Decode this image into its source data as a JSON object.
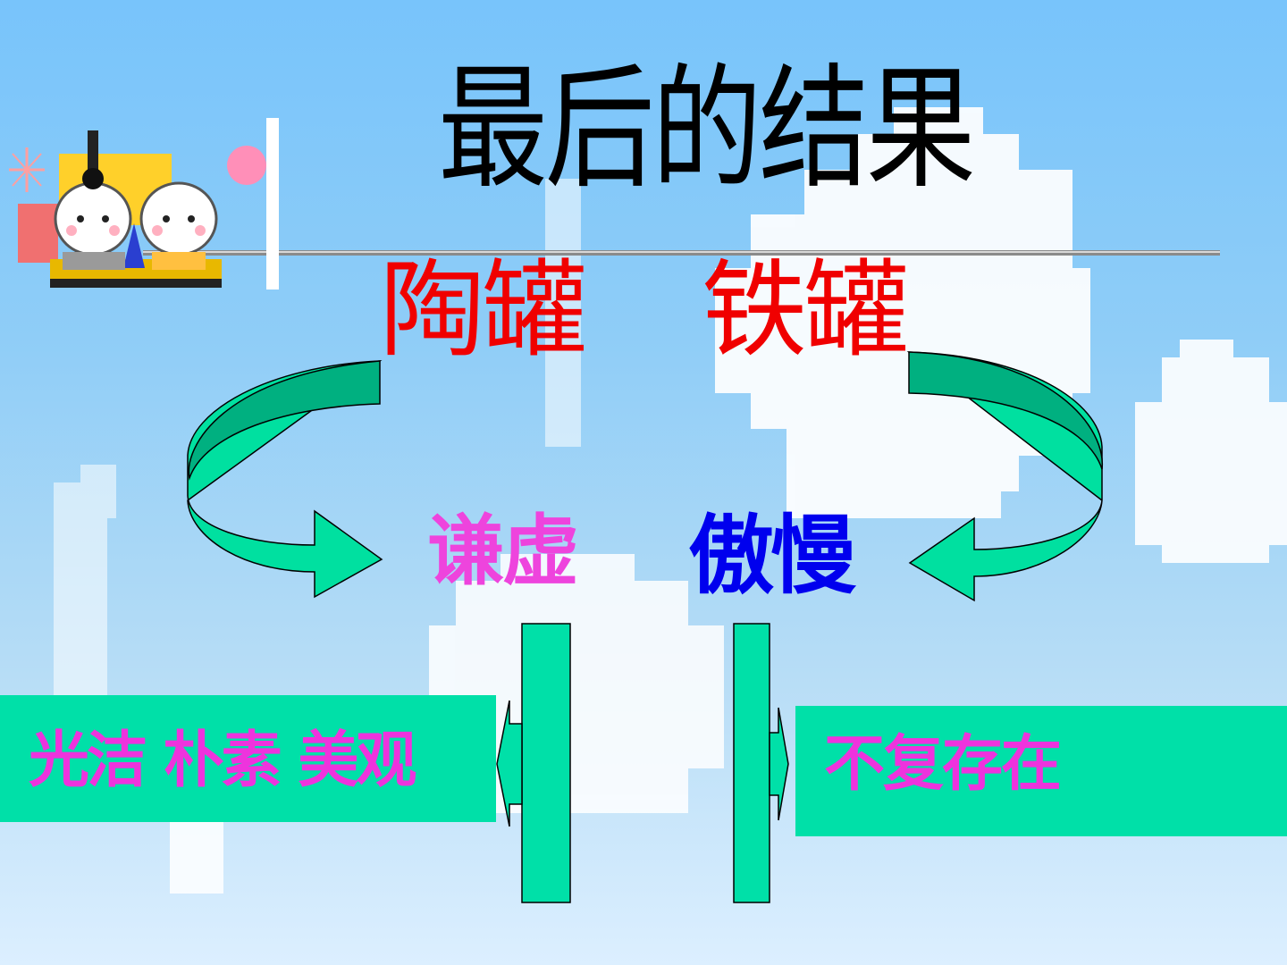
{
  "title": "最后的结果",
  "pots": {
    "left": "陶罐",
    "right": "铁罐"
  },
  "traits": {
    "left": "谦虚",
    "right": "傲慢"
  },
  "outcomes": {
    "left": "光洁 朴素 美观",
    "right": "不复存在"
  },
  "colors": {
    "sky_top": "#78c4fb",
    "arrow_fill": "#00e0a0",
    "arrow_shade": "#00b080",
    "box_fill": "#00e0a8",
    "pot_label": "#f00000",
    "trait_left": "#ee44dd",
    "trait_right": "#0000ee",
    "outcome_text": "#ee33dd"
  },
  "decoration": "cartoon-rabbit-couple-icon"
}
